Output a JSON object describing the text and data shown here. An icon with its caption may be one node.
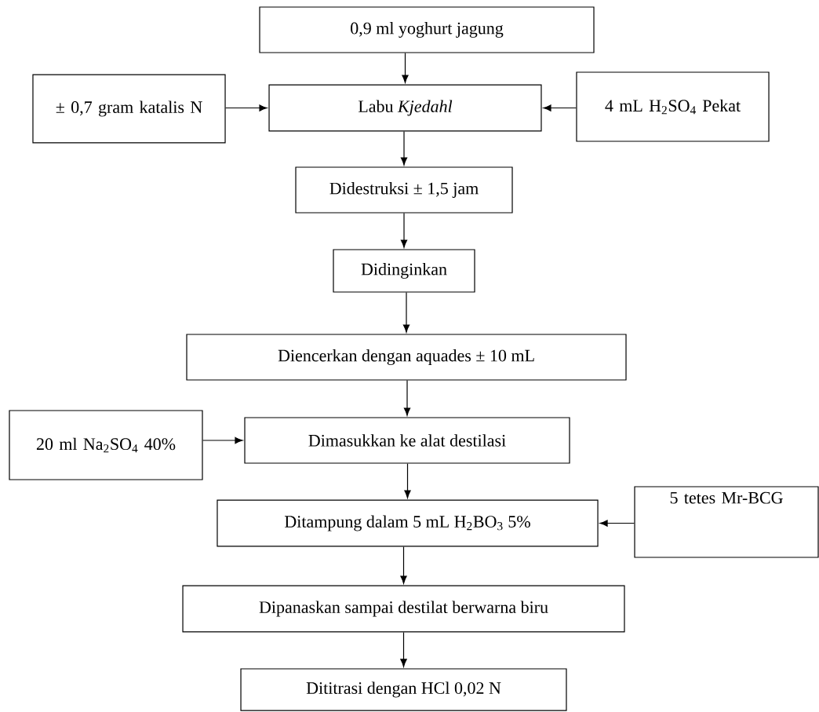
{
  "diagram": {
    "nodes": [
      {
        "text": [
          "0,9 ml yoghurt jagung"
        ]
      },
      {
        "text": [
          "± 0,7 gram katalis N"
        ]
      },
      {
        "text": [
          "Labu *Kjedahl*"
        ]
      },
      {
        "text": [
          "4 mL H$_{2}$SO$_{4}$ Pekat"
        ]
      },
      {
        "text": [
          "Didestruksi ± 1,5 jam"
        ]
      },
      {
        "text": [
          "Didinginkan"
        ]
      },
      {
        "text": [
          "Diencerkan dengan aquades ± 10 mL"
        ]
      },
      {
        "text": [
          "20 ml Na$_{2}$SO$_{4}$ 40%"
        ]
      },
      {
        "text": [
          "Dimasukkan ke alat destilasi"
        ]
      },
      {
        "text": [
          "Ditampung dalam 5 mL H$_{2}$BO$_{3}$ 5%"
        ]
      },
      {
        "text": [
          "5 tetes Mr-BCG"
        ]
      },
      {
        "text": [
          "Dipanaskan sampai destilat berwarna biru"
        ]
      },
      {
        "text": [
          "Dititrasi dengan HCl 0,02 N"
        ]
      }
    ],
    "edges": [
      {
        "from": 0,
        "to": 2,
        "arrow": "to"
      },
      {
        "from": 1,
        "to": 2,
        "arrow": "to"
      },
      {
        "from": 3,
        "to": 2,
        "arrow": "to"
      },
      {
        "from": 2,
        "to": 4,
        "arrow": "to"
      },
      {
        "from": 4,
        "to": 5,
        "arrow": "to"
      },
      {
        "from": 5,
        "to": 6,
        "arrow": "to"
      },
      {
        "from": 6,
        "to": 8,
        "arrow": "to"
      },
      {
        "from": 7,
        "to": 8,
        "arrow": "to"
      },
      {
        "from": 8,
        "to": 9,
        "arrow": "to"
      },
      {
        "from": 10,
        "to": 9,
        "arrow": "to"
      },
      {
        "from": 9,
        "to": 11,
        "arrow": "to"
      },
      {
        "from": 11,
        "to": 12,
        "arrow": "to"
      }
    ]
  }
}
